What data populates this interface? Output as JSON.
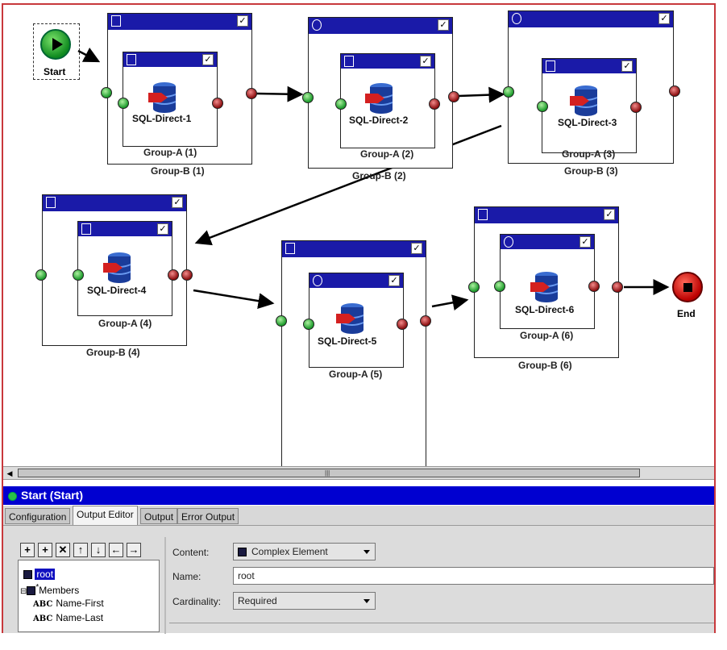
{
  "start_label": "Start",
  "end_label": "End",
  "nodes": [
    {
      "sql": "SQL-Direct-1",
      "group_a": "Group-A (1)",
      "group_b": "Group-B (1)"
    },
    {
      "sql": "SQL-Direct-2",
      "group_a": "Group-A (2)",
      "group_b": "Group-B (2)"
    },
    {
      "sql": "SQL-Direct-3",
      "group_a": "Group-A (3)",
      "group_b": "Group-B (3)"
    },
    {
      "sql": "SQL-Direct-4",
      "group_a": "Group-A (4)",
      "group_b": "Group-B (4)"
    },
    {
      "sql": "SQL-Direct-5",
      "group_a": "Group-A (5)"
    },
    {
      "sql": "SQL-Direct-6",
      "group_a": "Group-A (6)",
      "group_b": "Group-B (6)"
    }
  ],
  "scrollbar": {
    "grip": "|||"
  },
  "properties": {
    "title": "Start (Start)",
    "tabs": [
      "Configuration",
      "Output Editor",
      "Output",
      "Error Output"
    ],
    "active_tab": "Output Editor",
    "tree": {
      "root": "root",
      "members": "Members",
      "name_first": "Name-First",
      "name_last": "Name-Last",
      "abc": "ABC"
    },
    "fields": {
      "content_label": "Content:",
      "content_value": "Complex Element",
      "name_label": "Name:",
      "name_value": "root",
      "cardinality_label": "Cardinality:",
      "cardinality_value": "Required"
    }
  },
  "colors": {
    "titlebar": "#1a1aa8",
    "header": "#0000d0",
    "frame_border": "#c8383c",
    "in_port": "#1a9a2a",
    "out_port": "#8b0e10"
  }
}
